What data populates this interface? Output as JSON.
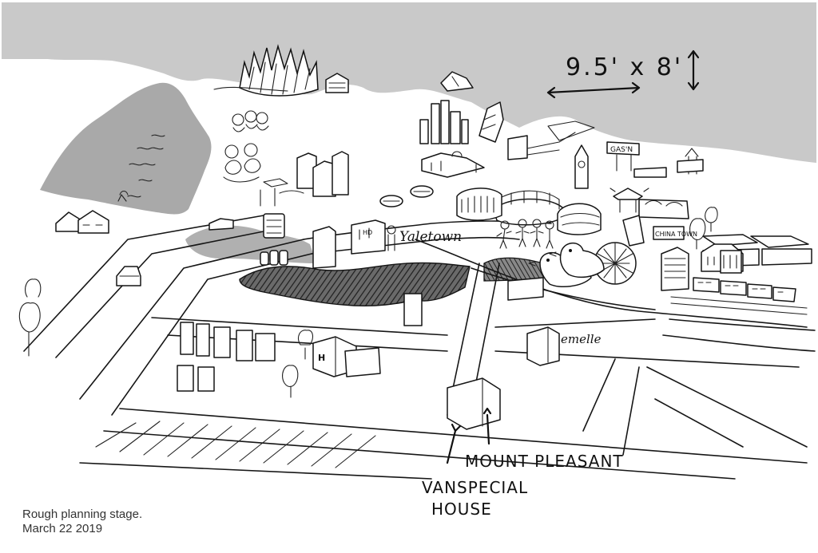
{
  "dimensions_note": "9.5' x 8'",
  "labels": {
    "yaletown": "Yaletown",
    "emelle": "emelle",
    "gastown": "GAS'N",
    "chinatown": "CHINA TOWN",
    "mount_pleasant": "MOUNT PLEASANT",
    "vanspecial_line1": "VANSPECIAL",
    "vanspecial_line2": "HOUSE",
    "hospital_sign": "H",
    "shop_sign": "HD"
  },
  "caption": {
    "line1": "Rough planning stage.",
    "line2": "March 22 2019"
  },
  "colors": {
    "sky": "#c9c9c9",
    "water": "#a8a8a8",
    "ink": "#161616",
    "hatch": "#3a3a3a"
  }
}
